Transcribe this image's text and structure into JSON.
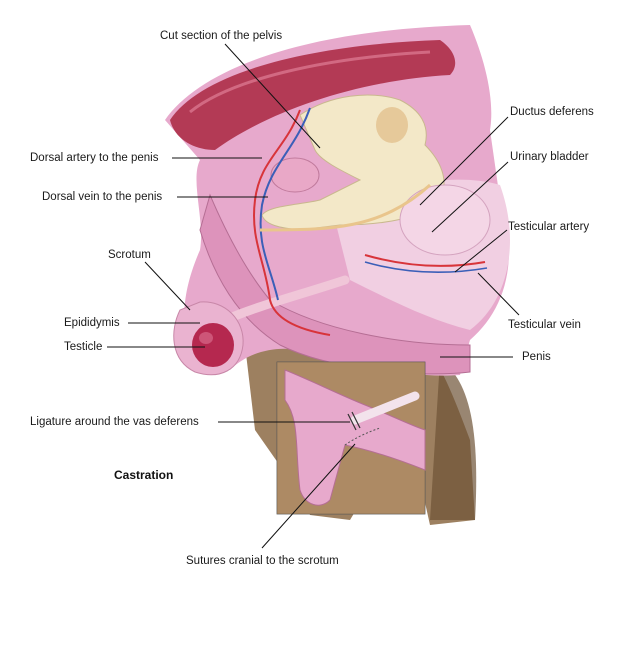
{
  "figure": {
    "caption": "Castration",
    "labels": {
      "pelvis": "Cut section of the pelvis",
      "ductus": "Ductus deferens",
      "dorsal_artery": "Dorsal artery to the penis",
      "urinary_bladder": "Urinary bladder",
      "dorsal_vein": "Dorsal vein to the penis",
      "testicular_artery": "Testicular artery",
      "scrotum": "Scrotum",
      "epididymis": "Epididymis",
      "testicular_vein": "Testicular vein",
      "testicle": "Testicle",
      "penis": "Penis",
      "ligature": "Ligature around the vas deferens",
      "sutures": "Sutures cranial to the scrotum"
    }
  },
  "colors": {
    "tissue_pink": "#e7a9cc",
    "tissue_light": "#f1cfe2",
    "muscle_red": "#b33a55",
    "bone": "#f3e8c8",
    "artery": "#d8343a",
    "vein": "#3b5fb8",
    "testicle": "#b5284f",
    "fur": "#8c6a44"
  }
}
